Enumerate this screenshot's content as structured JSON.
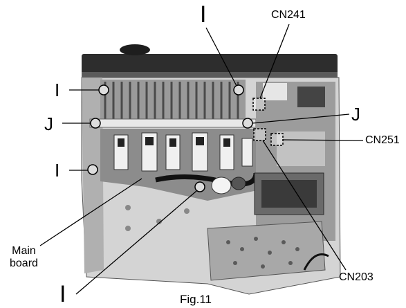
{
  "figure": {
    "caption": "Fig.11",
    "callouts": {
      "screw_I": "I",
      "screw_J": "J",
      "cn241": "CN241",
      "cn251": "CN251",
      "cn203": "CN203",
      "main_board_line1": "Main",
      "main_board_line2": "board"
    }
  },
  "colors": {
    "photo_dark": "#2a2a2a",
    "photo_mid": "#8a8a8a",
    "photo_light": "#c9c9c9",
    "leader_line": "#000000"
  }
}
